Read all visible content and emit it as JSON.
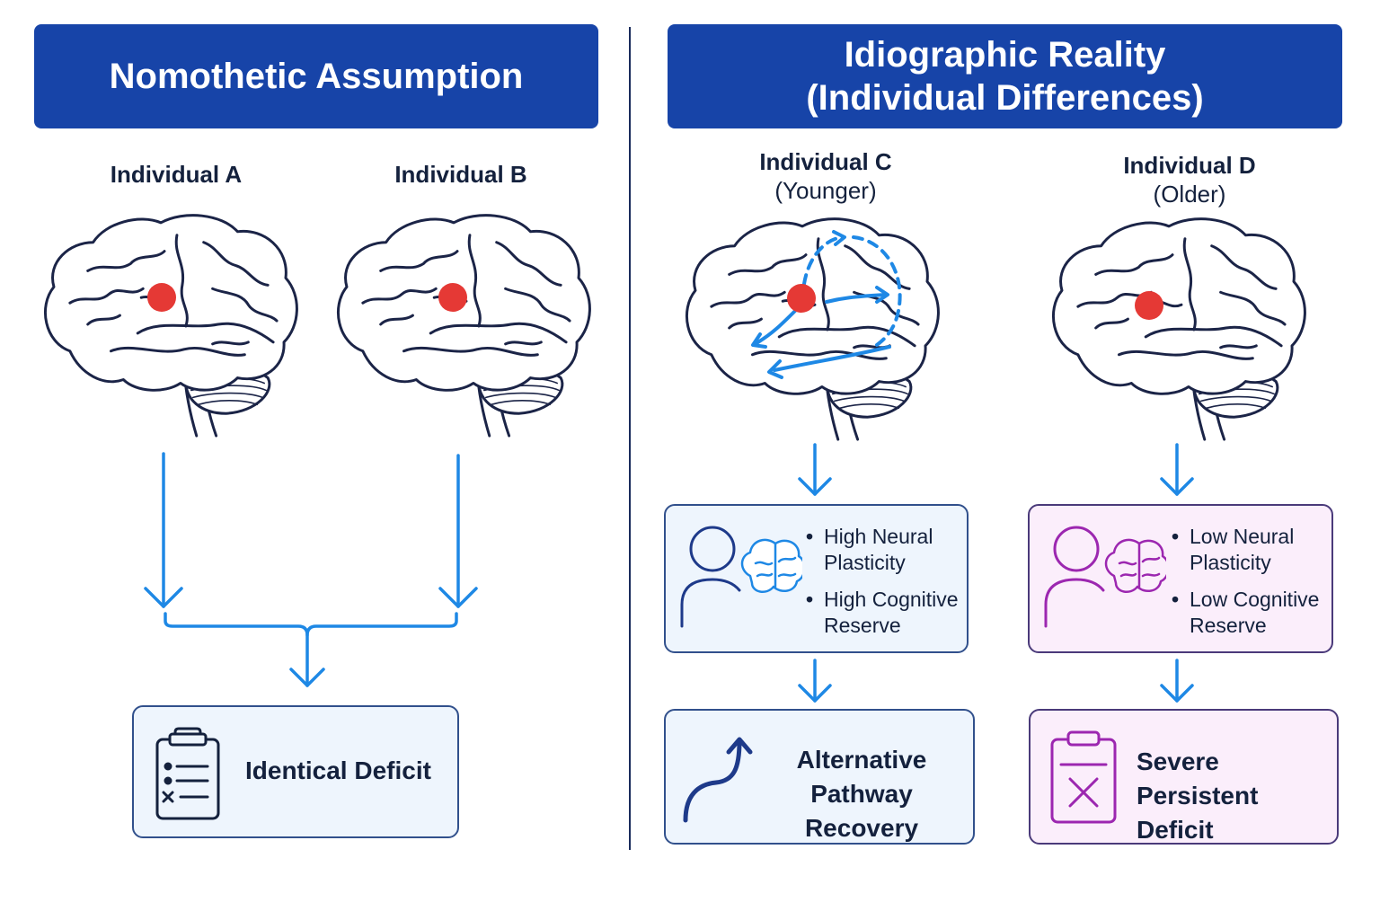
{
  "left_panel": {
    "title": "Nomothetic Assumption",
    "individuals": [
      {
        "name": "Individual A"
      },
      {
        "name": "Individual B"
      }
    ],
    "outcome": "Identical Deficit"
  },
  "right_panel": {
    "title_line1": "Idiographic Reality",
    "title_line2": "(Individual Differences)",
    "individuals": [
      {
        "name": "Individual C",
        "age": "(Younger)",
        "traits": [
          "High Neural Plasticity",
          "High Cognitive Reserve"
        ],
        "outcome": "Alternative Pathway Recovery"
      },
      {
        "name": "Individual D",
        "age": "(Older)",
        "traits": [
          "Low Neural Plasticity",
          "Low Cognitive Reserve"
        ],
        "outcome": "Severe Persistent Deficit"
      }
    ]
  },
  "colors": {
    "banner": "#1744a8",
    "arrow": "#1e88e5",
    "lesion": "#e53935",
    "purple": "#9c27b0",
    "dark_blue": "#1e3a8a"
  },
  "icons": [
    "brain-icon",
    "clipboard-checklist-icon",
    "person-icon",
    "curved-arrow-up-icon",
    "clipboard-x-icon"
  ]
}
